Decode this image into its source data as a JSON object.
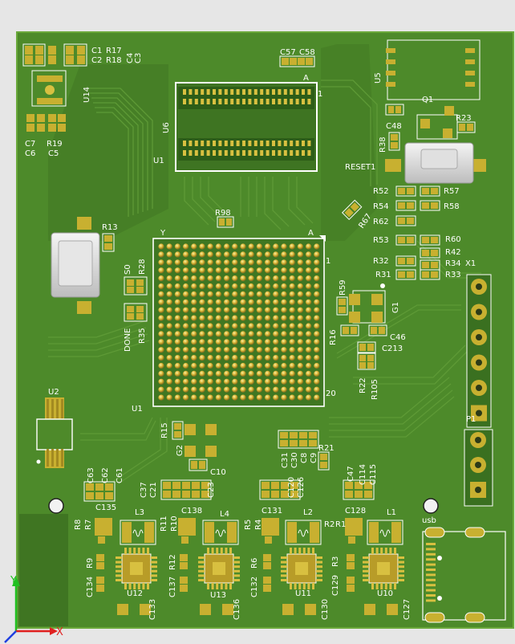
{
  "labels": {
    "c1": "C1",
    "c2": "C2",
    "r17": "R17",
    "r18": "R18",
    "c4": "C4",
    "c3": "C3",
    "u14": "U14",
    "c7": "C7",
    "c6": "C6",
    "r19": "R19",
    "c5": "C5",
    "c57": "C57",
    "c58": "C58",
    "a_top": "A",
    "one_top": "1",
    "u6": "U6",
    "u1_top": "U1",
    "u5": "U5",
    "q1": "Q1",
    "c48": "C48",
    "r23": "R23",
    "r38": "R38",
    "reset1": "RESET1",
    "r52": "R52",
    "r57": "R57",
    "r54": "R54",
    "r58": "R58",
    "r62": "R62",
    "r67": "R67",
    "r53": "R53",
    "r60": "R60",
    "r42": "R42",
    "r32": "R32",
    "r34": "R34",
    "x1": "X1",
    "r31": "R31",
    "r33": "R33",
    "r98": "R98",
    "r13": "R13",
    "y_mark": "Y",
    "a_mark": "A",
    "one_mark": "1",
    "twenty_mark": "20",
    "s0": "S0",
    "r28": "R28",
    "done": "DONE",
    "r35": "R35",
    "u1_bottom": "U1",
    "r59": "R59",
    "g1": "G1",
    "r16": "R16",
    "c46": "C46",
    "c213": "C213",
    "r22": "R22",
    "r105": "R105",
    "p1": "P1",
    "u2": "U2",
    "r15": "R15",
    "g2": "G2",
    "c10": "C10",
    "r21": "R21",
    "c31": "C31",
    "c30": "C30",
    "c8": "C8",
    "c9": "C9",
    "c47": "C47",
    "c114": "C114",
    "c115": "C115",
    "c63": "C63",
    "c62": "C62",
    "c61": "C61",
    "c135": "C135",
    "c37": "C37",
    "c21": "C21",
    "c23": "C23",
    "c138": "C138",
    "c120": "C120",
    "c126": "C126",
    "c131": "C131",
    "c128": "C128",
    "l3": "L3",
    "l4": "L4",
    "l2": "L2",
    "l1": "L1",
    "r8": "R8",
    "r7": "R7",
    "r11": "R11",
    "r10": "R10",
    "r5": "R5",
    "r4": "R4",
    "r2": "R2",
    "r1": "R1",
    "c134": "C134",
    "r9": "R9",
    "c137": "C137",
    "r12": "R12",
    "c132": "C132",
    "r6": "R6",
    "c129": "C129",
    "r3": "R3",
    "u12": "U12",
    "u13": "U13",
    "u11": "U11",
    "u10": "U10",
    "c133": "C133",
    "c136": "C136",
    "c130": "C130",
    "c127": "C127",
    "usb": "usb"
  },
  "axes": {
    "y": "Y",
    "x": "X"
  },
  "colors": {
    "board": "#4e8a2a",
    "board_edge": "#5f9a34",
    "copper": "#c8b030",
    "pad": "#d8c040",
    "silk": "#ffffff",
    "axis_x": "#e02020",
    "axis_y": "#20c020",
    "axis_z": "#2040e0",
    "background": "#e6e6e6"
  }
}
